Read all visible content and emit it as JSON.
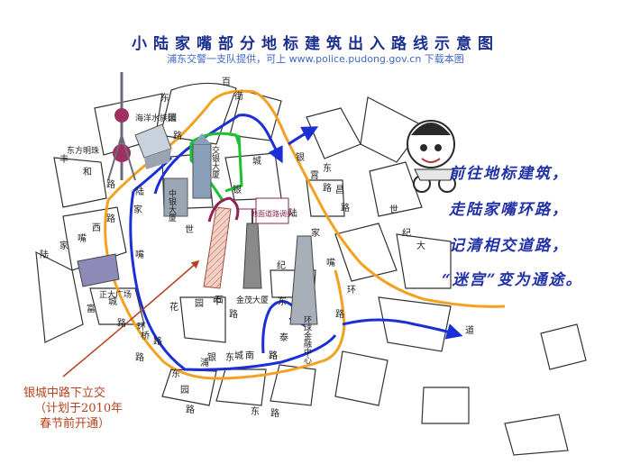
{
  "title": "小陆家嘴部分地标建筑出入路线示意图",
  "subtitle": "浦东交警一支队提供，可上 www.police.pudong.gov.cn 下载本图",
  "colors": {
    "route_blue": "#1a2fd6",
    "route_orange": "#f4a020",
    "route_green": "#18c230",
    "title": "#1b2f8f",
    "callout": "#b7421e",
    "underpass": "#e8b4a8"
  },
  "map_labels": {
    "street_shiji": [
      "世",
      "纪"
    ],
    "street_yincheng_north": [
      "银",
      "城"
    ],
    "street_yincheng_middle": [
      "中",
      "路"
    ],
    "street_lujiazui_ring_w": [
      "陆",
      "家",
      "嘴",
      "环",
      "路"
    ],
    "street_lujiazui_ring_e": [
      "陆",
      "家",
      "嘴",
      "环",
      "路"
    ],
    "street_dongtai": [
      "东",
      "泰"
    ],
    "street_pudongnan": [
      "浦",
      "东",
      "南",
      "路"
    ],
    "street_dongyuan_s": [
      "东",
      "园",
      "路"
    ],
    "street_yincheng_s": [
      "银",
      "城",
      "路"
    ],
    "street_fenghe": [
      "丰",
      "和",
      "路"
    ],
    "street_fucheng": [
      "富",
      "城",
      "路"
    ],
    "street_lujiazui_w": [
      "陆",
      "家",
      "嘴",
      "西",
      "路"
    ],
    "street_huayuanshiqiao": [
      "花",
      "园",
      "石",
      "桥",
      "路"
    ],
    "street_shiji_ave": [
      "世",
      "纪",
      "大",
      "道"
    ],
    "street_dongchang": [
      "东",
      "昌",
      "路"
    ],
    "street_north_top": [
      "百",
      "街"
    ],
    "street_yinxia": [
      "银",
      "霄",
      "路"
    ],
    "street_dongyuan_n": [
      "东",
      "园",
      "路"
    ],
    "street_bottom": [
      "东",
      "路"
    ]
  },
  "buildings": {
    "ocean_aquarium": "海洋水族馆",
    "oriental_pearl": "东方明珠",
    "china_bank": "交银大厦",
    "bank_china_tower": "中银大厦",
    "zhengda": "正大广场",
    "jinmao": "金茂大厦",
    "swfc": "环球金融中心",
    "surface_uturn": "地面道路调头"
  },
  "slogan": [
    "前往地标建筑，",
    "走陆家嘴环路，",
    "记清相交道路，",
    "“迷宫”变为通途。"
  ],
  "callout": {
    "line1": "银城中路下立交",
    "line2": "（计划于2010年",
    "line3": "春节前开通）"
  }
}
